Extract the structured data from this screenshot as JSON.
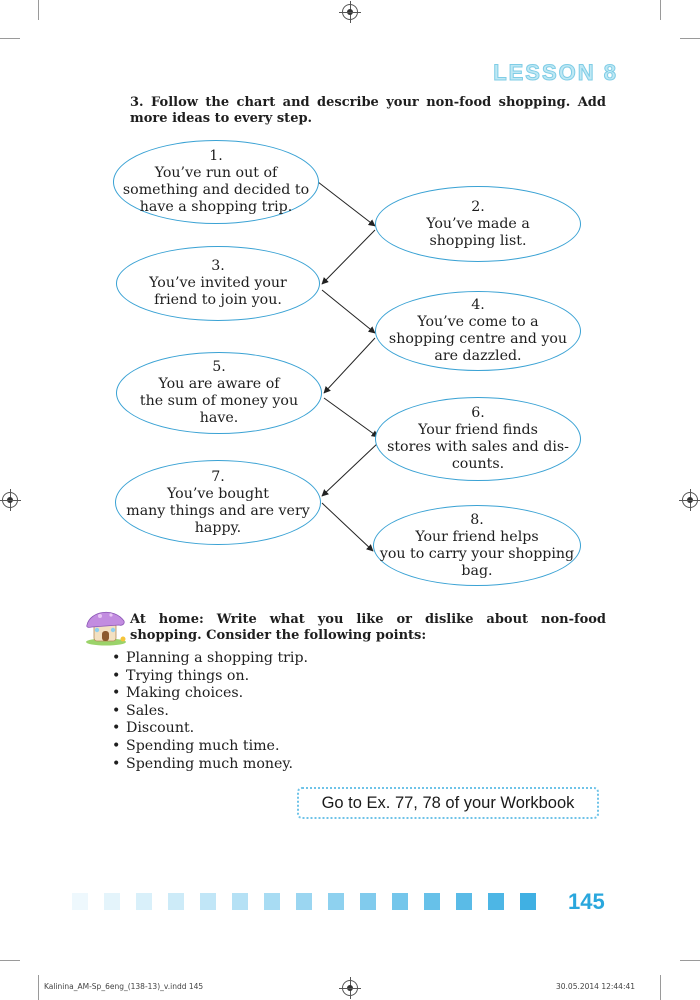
{
  "header": {
    "lesson_label": "LESSON 8"
  },
  "exercise": {
    "instruction": "3. Follow the chart and describe your non-food shopping. Add more ideas to every step.",
    "steps": [
      {
        "num": "1.",
        "text": "You’ve run out of\nsomething and decided to\nhave a shopping trip."
      },
      {
        "num": "2.",
        "text": "You’ve made a\nshopping list."
      },
      {
        "num": "3.",
        "text": "You’ve invited your\nfriend to join you."
      },
      {
        "num": "4.",
        "text": "You’ve come to a\nshopping centre and you\nare dazzled."
      },
      {
        "num": "5.",
        "text": "You are aware of\nthe sum of money you\nhave."
      },
      {
        "num": "6.",
        "text": "Your friend finds\nstores with sales and dis-\ncounts."
      },
      {
        "num": "7.",
        "text": "You’ve bought\nmany things and are very\nhappy."
      },
      {
        "num": "8.",
        "text": "Your friend helps\nyou to carry your shopping\nbag."
      }
    ]
  },
  "homework": {
    "icon": "house-icon",
    "text": "At home: Write what you like or dislike about non-food shopping. Consider the following points:",
    "points": [
      "Planning a shopping trip.",
      "Trying things on.",
      "Making choices.",
      "Sales.",
      "Discount.",
      "Spending much time.",
      "Spending much money."
    ]
  },
  "workbook_ref": "Go to Ex. 77, 78 of your Workbook",
  "page_number": "145",
  "footer": {
    "file": "Kalinina_AM-Sp_6eng_(138-13)_v.indd 145",
    "timestamp": "30.05.2014 12:44:41"
  },
  "colors": {
    "accent": "#2aa7dd",
    "bubble_border": "#3aa2d4",
    "strip_light": "#d8f0fa"
  }
}
